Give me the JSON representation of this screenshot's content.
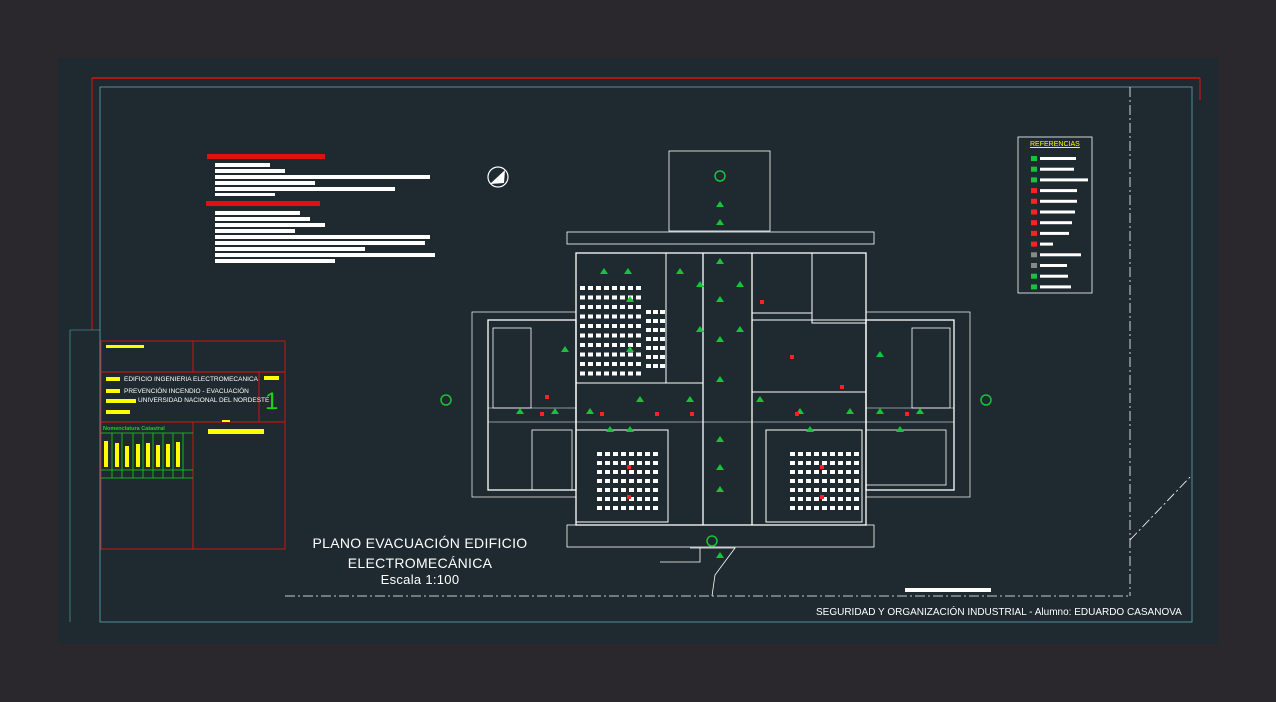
{
  "drawing": {
    "title_line1": "PLANO EVACUACIÓN EDIFICIO",
    "title_line2": "ELECTROMECÁNICA",
    "scale": "Escala 1:100",
    "footer": "SEGURIDAD Y ORGANIZACIÓN INDUSTRIAL - Alumno: EDUARDO CASANOVA"
  },
  "title_block": {
    "line1": "EDIFICIO INGENIERIA ELECTROMECANICA",
    "line2": "PREVENCIÓN INCENDIO - EVACUACIÓN",
    "line3": "UNIVERSIDAD NACIONAL DEL NORDESTE",
    "sheet_number": "1",
    "cadastral_header": "Nomenclatura Catastral"
  },
  "legend": {
    "title": "REFERENCIAS",
    "items": [
      "exit-arrow",
      "exit-sign",
      "emergency-light",
      "extinguisher-a",
      "extinguisher-b",
      "extinguisher-c",
      "alarm",
      "hydrant",
      "pushbutton",
      "detector",
      "panel",
      "sprinkler",
      "light"
    ]
  },
  "colors": {
    "wall": "#ffffff",
    "arrow": "#19c23a",
    "equipment": "#ff2020",
    "border": "#e01010",
    "frame": "#5fa8b8",
    "text_highlight": "#ffff00"
  }
}
